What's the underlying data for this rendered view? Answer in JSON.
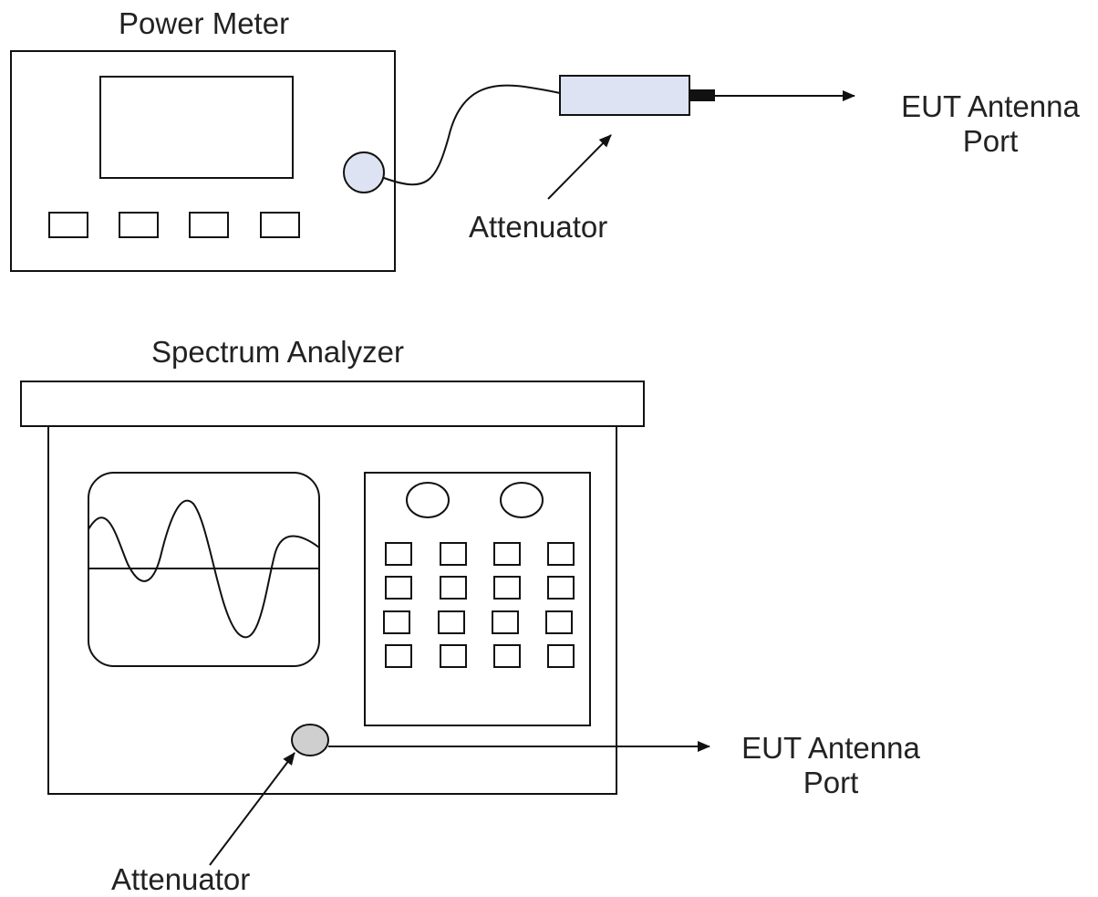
{
  "top": {
    "device_label": "Power Meter",
    "attenuator_label": "Attenuator",
    "port_label_line1": "EUT Antenna",
    "port_label_line2": "Port"
  },
  "bottom": {
    "device_label": "Spectrum Analyzer",
    "attenuator_label": "Attenuator",
    "port_label_line1": "EUT Antenna",
    "port_label_line2": "Port"
  },
  "colors": {
    "line": "#111111",
    "attenuator_fill": "#dde3f3",
    "connector_fill_top": "#dde3f3",
    "connector_fill_bottom": "#cfcfcf"
  }
}
